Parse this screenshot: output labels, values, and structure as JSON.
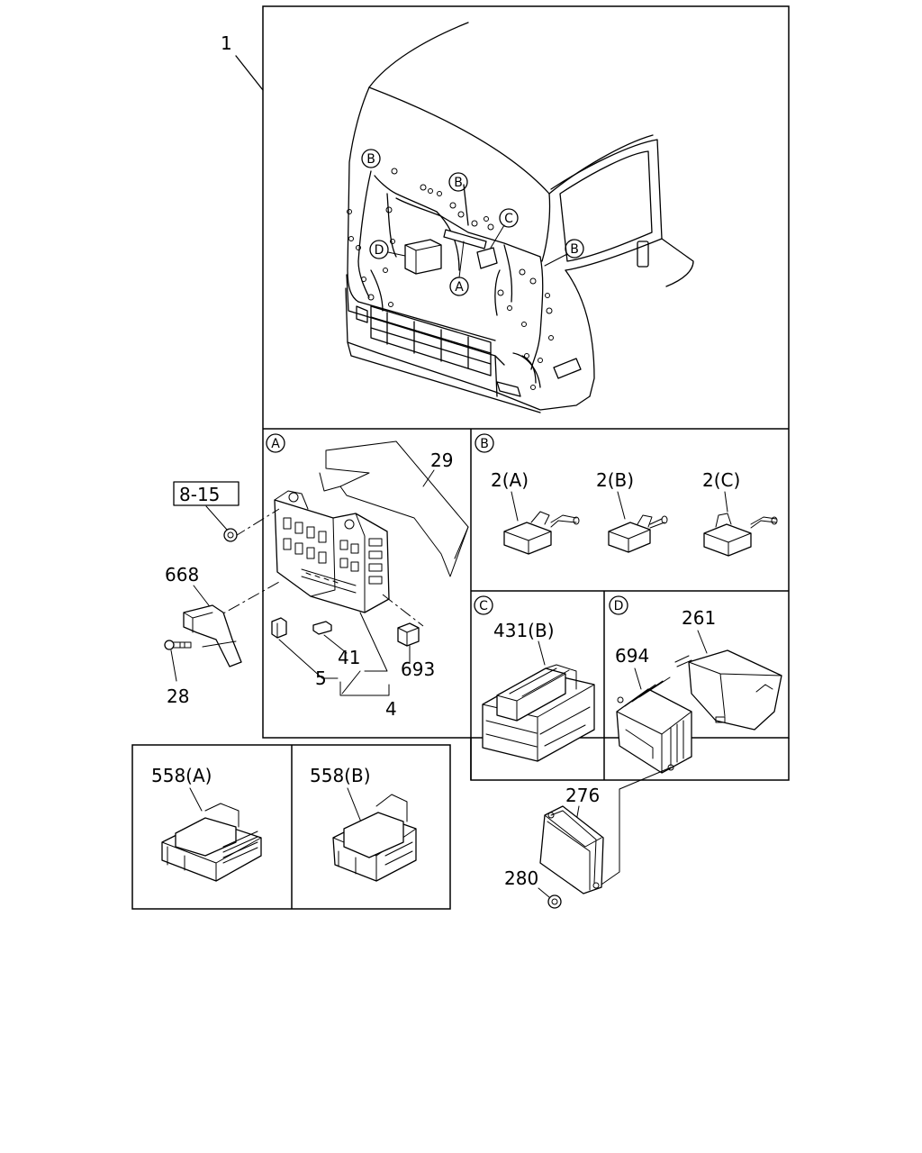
{
  "callouts": {
    "harness": "1",
    "cover": "29",
    "ref_box": "8-15",
    "bracket": "668",
    "bolt": "28",
    "clip_a": "5",
    "clip_b": "41",
    "fuse_group": "4",
    "relay_small": "693",
    "fuse_a": "2(A)",
    "fuse_b": "2(B)",
    "fuse_c": "2(C)",
    "relay_box": "431(B)",
    "cover_d": "261",
    "module": "694",
    "ecu": "276",
    "nut": "280",
    "connector_a": "558(A)",
    "connector_b": "558(B)"
  },
  "markers": {
    "a": "A",
    "b": "B",
    "c": "C",
    "d": "D"
  }
}
